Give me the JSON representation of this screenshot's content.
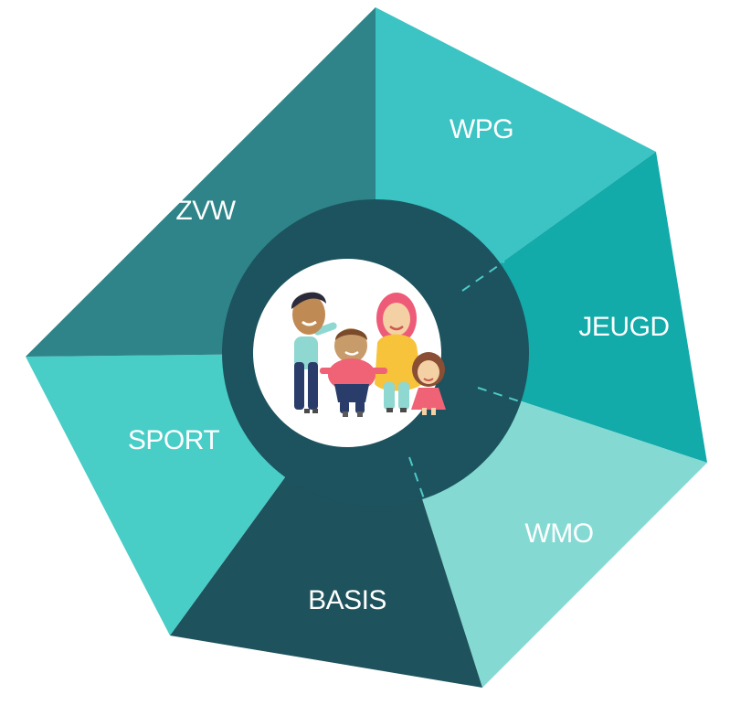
{
  "segments": [
    {
      "key": "wpg",
      "label": "WPG",
      "color": "#3cc3c3"
    },
    {
      "key": "jeugd",
      "label": "JEUGD",
      "color": "#13aaaa"
    },
    {
      "key": "wmo",
      "label": "WMO",
      "color": "#84dad3"
    },
    {
      "key": "basis",
      "label": "BASIS",
      "color": "#1e525c"
    },
    {
      "key": "sport",
      "label": "SPORT",
      "color": "#48cdc7"
    },
    {
      "key": "zvw",
      "label": "ZVW",
      "color": "#2e8488"
    }
  ],
  "inner_ring_color": "#1c535e",
  "center": {
    "icon": "family-icon"
  }
}
